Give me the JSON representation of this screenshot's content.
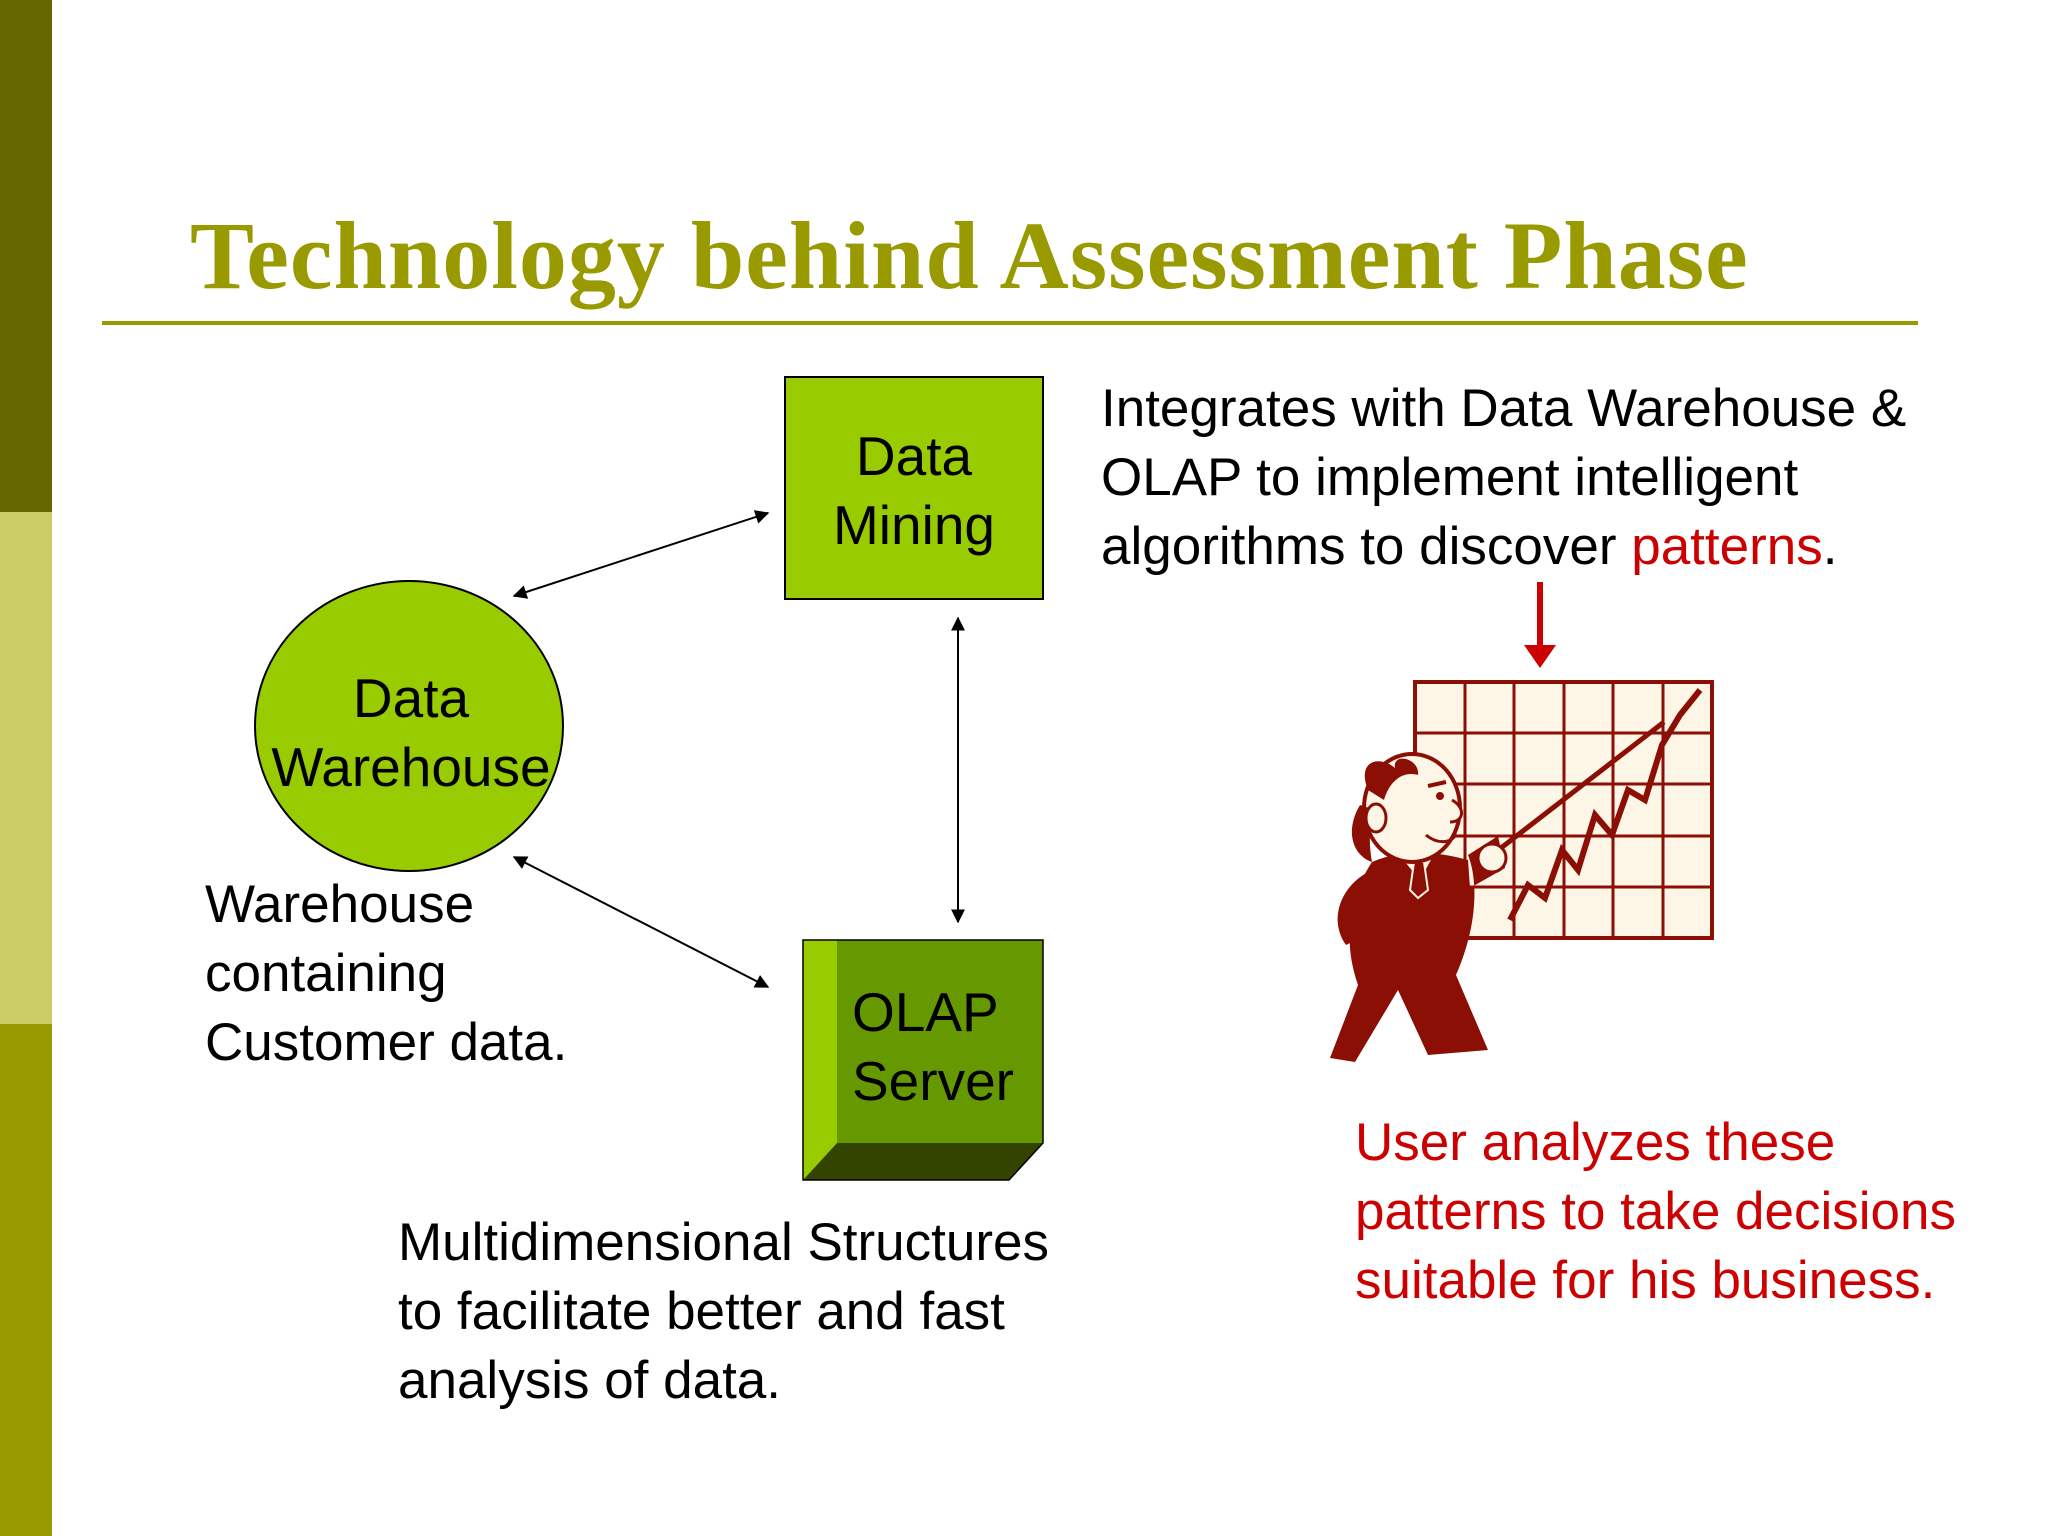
{
  "slide": {
    "title": "Technology behind Assessment Phase",
    "accent_color": "#999900",
    "band_colors": [
      "#666600",
      "#cccc66",
      "#999900"
    ]
  },
  "nodes": {
    "data_mining": {
      "line1": "Data",
      "line2": "Mining",
      "color": "#99cc00"
    },
    "data_warehouse": {
      "line1": "Data",
      "line2": "Warehouse",
      "color": "#99cc00"
    },
    "olap_server": {
      "line1": "OLAP",
      "line2": "Server",
      "color": "#669900"
    }
  },
  "notes": {
    "integration": {
      "line1": "Integrates with Data Warehouse &",
      "line2": "OLAP to implement intelligent",
      "line3_prefix": "algorithms to discover ",
      "line3_highlight": "patterns",
      "line3_suffix": "."
    },
    "warehouse": {
      "line1": "Warehouse",
      "line2": "containing",
      "line3": "Customer data."
    },
    "olap": {
      "line1": "Multidimensional Structures",
      "line2": "to facilitate better and fast",
      "line3": "analysis of data."
    },
    "user": {
      "line1": "User analyzes these",
      "line2": "patterns to take decisions",
      "line3": "suitable for his business.",
      "color": "#cc0000"
    }
  },
  "illustration": {
    "icon": "businessman-pointing-at-chart-icon",
    "color": "#8b0f05"
  }
}
